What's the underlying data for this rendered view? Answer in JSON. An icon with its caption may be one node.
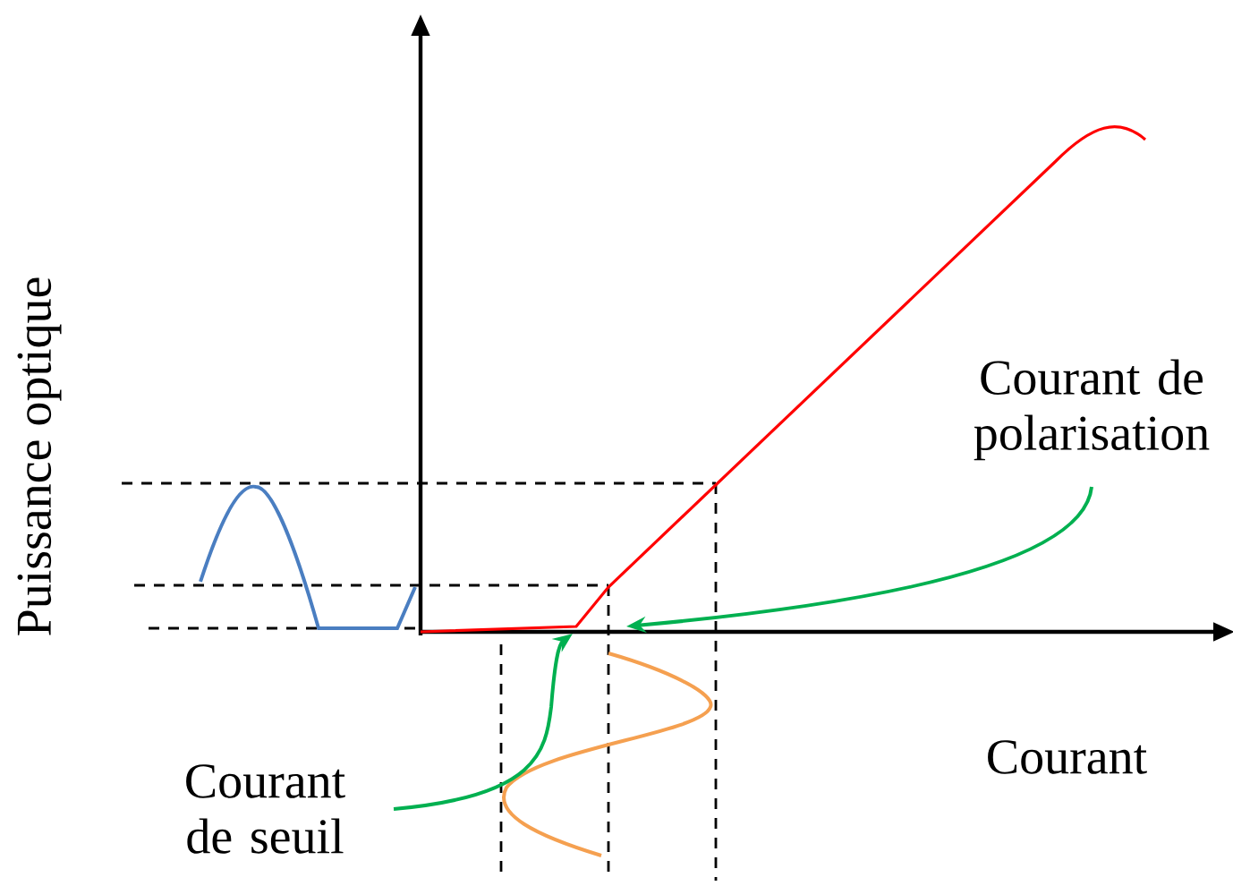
{
  "diagram": {
    "nodes": [
      {
        "text": [
          "Courant de seuil"
        ]
      },
      {
        "text": [
          "Courant de polarisation"
        ]
      }
    ],
    "edges": [
      {
        "from": 0,
        "to": null,
        "arrow": "to"
      },
      {
        "from": 1,
        "to": null,
        "arrow": "to"
      }
    ],
    "labels": [
      "Puissance optique",
      "Courant"
    ]
  }
}
